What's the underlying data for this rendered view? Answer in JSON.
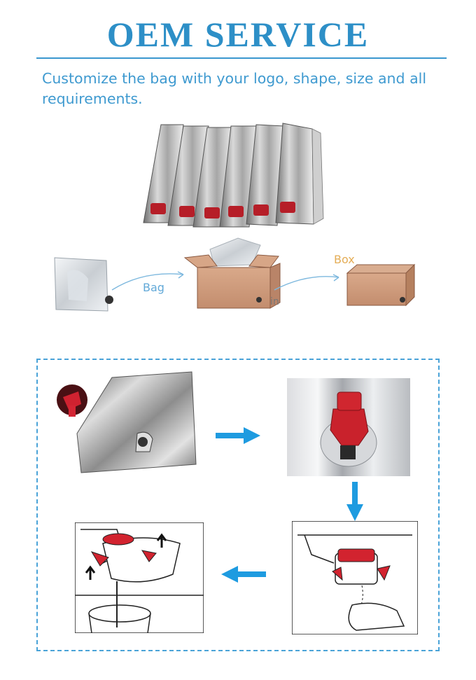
{
  "header": {
    "title": "OEM SERVICE",
    "subtitle": "Customize the bag with your logo, shape, size and all requirements."
  },
  "flow": {
    "bag_label": "Bag",
    "in_label": "in",
    "box_label": "Box"
  },
  "colors": {
    "accent": "#2d8fc7",
    "dashed_border": "#4aa3d8",
    "arrow": "#1e9be0",
    "spout_red": "#c8202b",
    "box_label": "#e4ad56"
  }
}
